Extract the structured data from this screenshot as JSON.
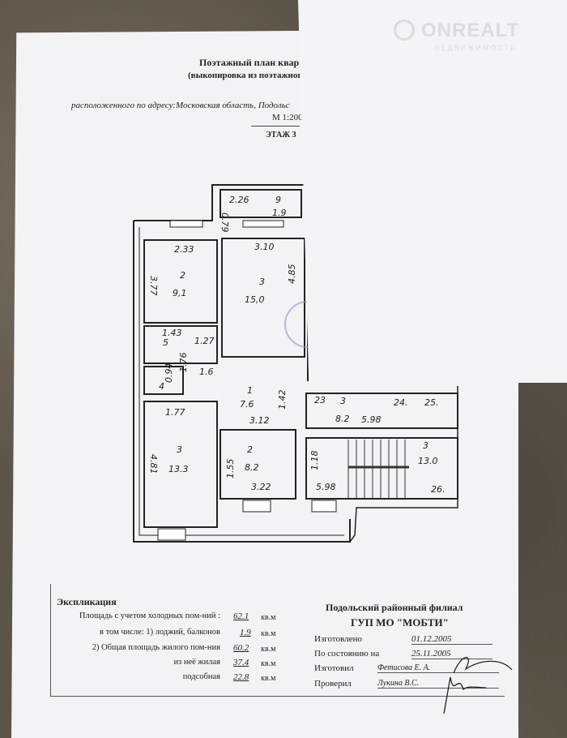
{
  "header": {
    "title": "Поэтажный план квар",
    "subtitle": "(выкопировка из поэтажног",
    "address": "расположенного по адресу:Московская область, Подольс",
    "scale": "М 1:200",
    "floor": "ЭТАЖ  3"
  },
  "watermark": {
    "brand": "ONREALT",
    "sub": "НЕДВИЖИМОСТЬ"
  },
  "plan": {
    "balcony": {
      "dim_w": "2.26",
      "dim_h": "0.79",
      "num": "9",
      "area": "1.9"
    },
    "room_a": {
      "num": "2",
      "area": "9,1",
      "dim_w": "2.33",
      "dim_h": "3.77"
    },
    "room_b": {
      "num": "3",
      "area": "15,0",
      "dim_w": "3.10",
      "dim_h": "4.85"
    },
    "bath": {
      "d1": "1.43",
      "num": "5",
      "d2": "1.27",
      "d3": "1.76",
      "area": "1.6",
      "wc_num": "4",
      "wc_area": "0.94"
    },
    "corridor": {
      "num": "1",
      "area": "7.6",
      "dim_w": "3.12",
      "dim_h": "1.42"
    },
    "room_c": {
      "num": "3",
      "area": "13.3",
      "dim_w": "1.77",
      "dim_h": "4.81"
    },
    "room_d": {
      "num": "2",
      "area": "8.2",
      "dim_w": "3.22",
      "dim_h": "1.55"
    },
    "right_top": {
      "n1": "23",
      "num": "3",
      "area": "8.2",
      "dim_w": "5.98",
      "n2": "24.",
      "n3": "25."
    },
    "right_bottom": {
      "num": "3",
      "area": "13.0",
      "dim_w": "5.98",
      "dim_h": "1.18",
      "n1": "26."
    }
  },
  "explication": {
    "title": "Экспликация",
    "rows": [
      {
        "label": "Площадь с учетом холодных пом-ний :",
        "value": "62.1",
        "unit": "кв.м"
      },
      {
        "label": "в том числе: 1) лоджий, балконов",
        "value": "1.9",
        "unit": "кв.м"
      },
      {
        "label": "2) Общая площадь жилого пом-ния",
        "value": "60.2",
        "unit": "кв.м"
      },
      {
        "label": "из неё жилая",
        "value": "37.4",
        "unit": "кв.м"
      },
      {
        "label": "подсобная",
        "value": "22.8",
        "unit": "кв.м"
      }
    ]
  },
  "org": {
    "line1": "Подольский районный филиал",
    "line2": "ГУП МО \"МОБТИ\"",
    "rows": [
      {
        "label": "Изготовлено",
        "value": "01.12.2005"
      },
      {
        "label": "По состоянию на",
        "value": "25.11.2005"
      },
      {
        "label": "Изготовил",
        "value": "Фетисова Е. А."
      },
      {
        "label": "Проверил",
        "value": "Лукина В.С."
      }
    ]
  }
}
